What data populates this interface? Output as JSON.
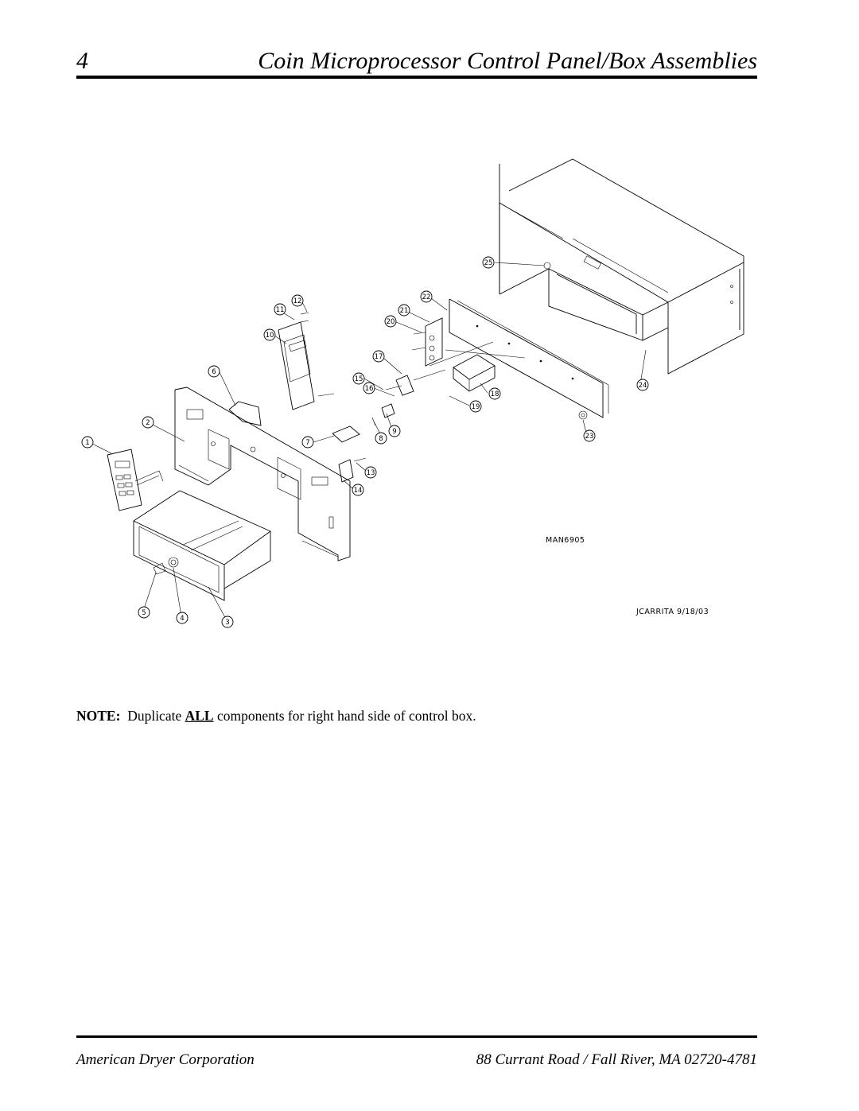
{
  "header": {
    "page_number": "4",
    "title": "Coin Microprocessor Control Panel/Box Assemblies"
  },
  "diagram": {
    "callouts": [
      "1",
      "2",
      "3",
      "4",
      "5",
      "6",
      "7",
      "8",
      "9",
      "10",
      "11",
      "12",
      "13",
      "14",
      "15",
      "16",
      "17",
      "18",
      "19",
      "20",
      "21",
      "22",
      "23",
      "24",
      "25"
    ],
    "drawing_number": "MAN6905",
    "drafter_stamp": "JCARRITA 9/18/03"
  },
  "note": {
    "label": "NOTE:",
    "text_before": "Duplicate",
    "emphasis": "ALL",
    "text_after": "components for right hand side of control box."
  },
  "footer": {
    "company": "American Dryer Corporation",
    "address": "88 Currant Road / Fall River, MA 02720-4781"
  }
}
